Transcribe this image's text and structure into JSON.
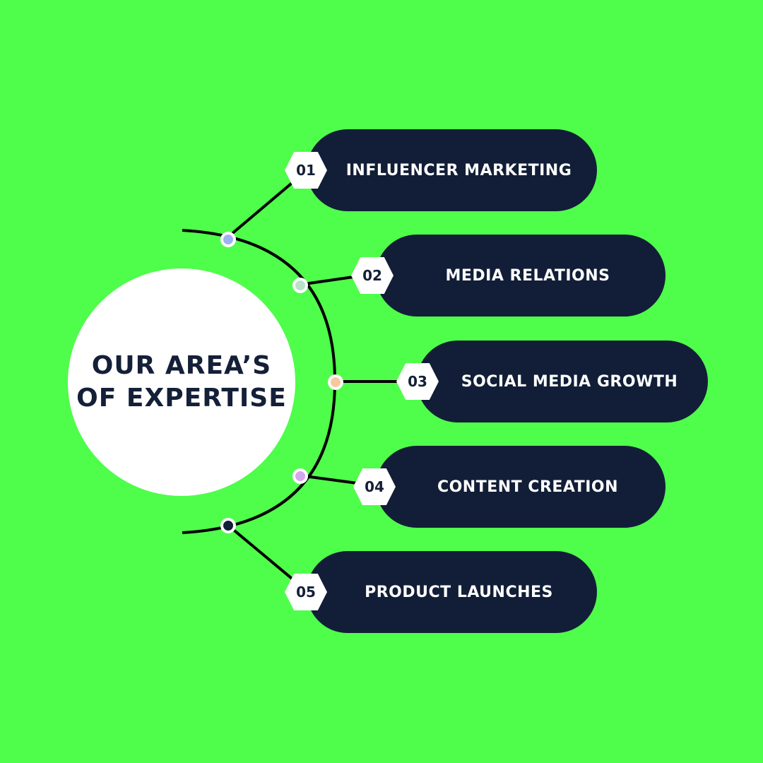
{
  "title_lines": [
    "OUR AREA’S",
    "OF EXPERTISE"
  ],
  "items": [
    {
      "number": "01",
      "label": "INFLUENCER MARKETING",
      "dot_color": "#9fb1f2"
    },
    {
      "number": "02",
      "label": "MEDIA RELATIONS",
      "dot_color": "#b9e2c9"
    },
    {
      "number": "03",
      "label": "SOCIAL MEDIA GROWTH",
      "dot_color": "#f6c99c"
    },
    {
      "number": "04",
      "label": "CONTENT CREATION",
      "dot_color": "#d6a6ee"
    },
    {
      "number": "05",
      "label": "PRODUCT LAUNCHES",
      "dot_color": "#121e37"
    }
  ],
  "colors": {
    "background": "#4ffd4b",
    "pill": "#121e37",
    "text_dark": "#141f38",
    "white": "#ffffff"
  }
}
